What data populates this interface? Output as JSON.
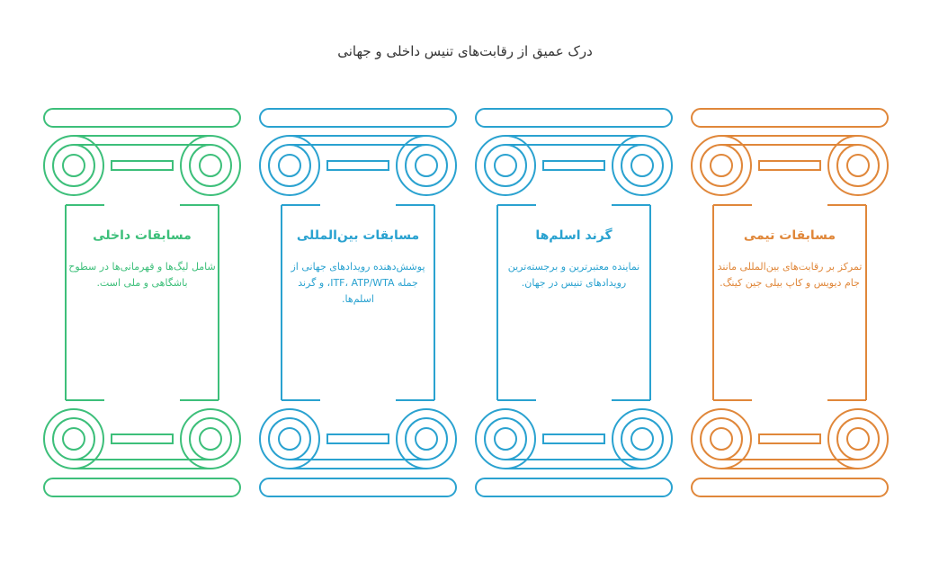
{
  "title": "درک عمیق از رقابت‌های تنیس داخلی و جهانی",
  "pillars": [
    {
      "heading": "مسابقات داخلی",
      "description": "شامل لیگ‌ها و قهرمانی‌ها در سطوح باشگاهی و ملی است.",
      "color": "#3dbf7a"
    },
    {
      "heading": "مسابقات بین‌المللی",
      "description": "پوشش‌دهنده رویدادهای جهانی از جمله ITF، ATP/WTA، و گرند اسلم‌ها.",
      "color": "#2aa2d0"
    },
    {
      "heading": "گرند اسلم‌ها",
      "description": "نماینده معتبرترین و برجسته‌ترین رویدادهای تنیس در جهان.",
      "color": "#2aa2d0"
    },
    {
      "heading": "مسابقات تیمی",
      "description": "تمرکز بر رقابت‌های بین‌المللی مانند جام دیویس و کاپ بیلی جین کینگ.",
      "color": "#e0873a"
    }
  ]
}
